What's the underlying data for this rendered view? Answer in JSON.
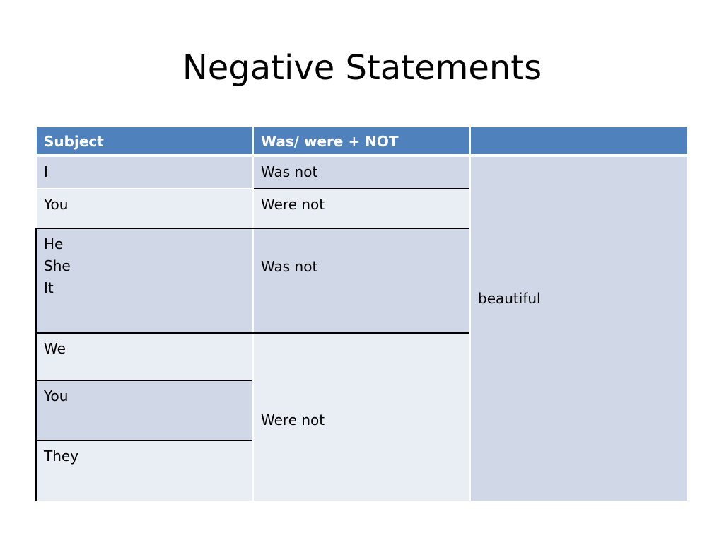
{
  "slide": {
    "title": "Negative Statements"
  },
  "table": {
    "headers": [
      "Subject",
      "Was/ were + NOT",
      ""
    ],
    "subjects": [
      "I",
      "You",
      "He\nShe\nIt",
      "We",
      "You",
      "They"
    ],
    "verbs": [
      "Was not",
      "Were not",
      "Was not",
      "Were not"
    ],
    "complement": "beautiful"
  },
  "colors": {
    "header": "#4f81bd",
    "row_dark": "#d0d8e8",
    "row_light": "#e9edf4"
  }
}
